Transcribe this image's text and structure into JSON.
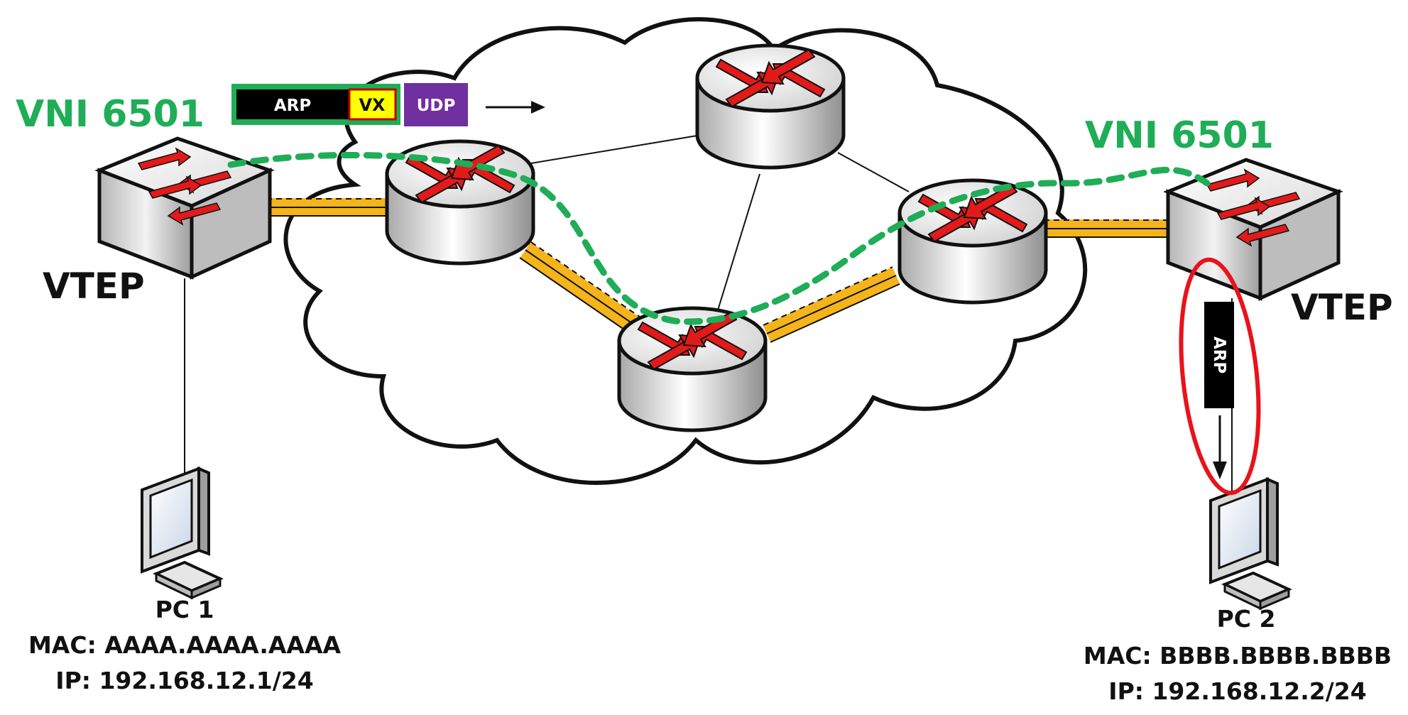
{
  "left_site": {
    "vni_label": "VNI 6501",
    "vtep_label": "VTEP",
    "pc": {
      "name": "PC 1",
      "mac": "MAC: AAAA.AAAA.AAAA",
      "ip": "IP: 192.168.12.1/24"
    }
  },
  "right_site": {
    "vni_label": "VNI 6501",
    "vtep_label": "VTEP",
    "pc": {
      "name": "PC 2",
      "mac": "MAC: BBBB.BBBB.BBBB",
      "ip": "IP: 192.168.12.2/24"
    }
  },
  "encapsulated_packet": {
    "payload": "ARP",
    "vxlan_header": "VX",
    "udp_header": "UDP"
  },
  "decapsulated_packet": {
    "payload": "ARP"
  },
  "colors": {
    "vni_text": "#1fad57",
    "vxlan_tunnel": "#1fad57",
    "physical_link": "#f4b41a",
    "router_arrows": "#e21a1a",
    "udp_header": "#7030a0",
    "vxlan_header": "#ffff00",
    "highlight": "#e8131b"
  }
}
